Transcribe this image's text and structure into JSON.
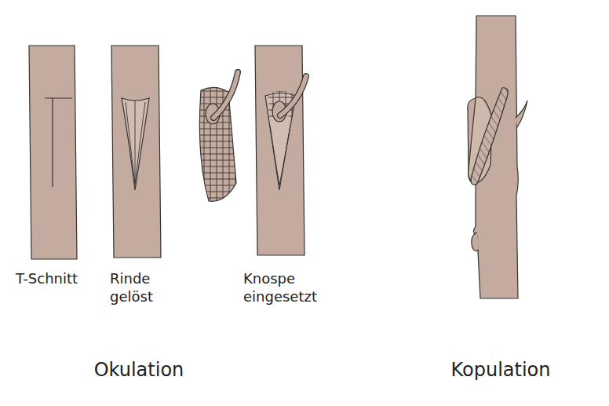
{
  "diagram": {
    "labels": [
      "T-Schnitt",
      "Rinde gelöst",
      "Knospe eingesetzt",
      "Okulation",
      "Kopulation"
    ]
  }
}
